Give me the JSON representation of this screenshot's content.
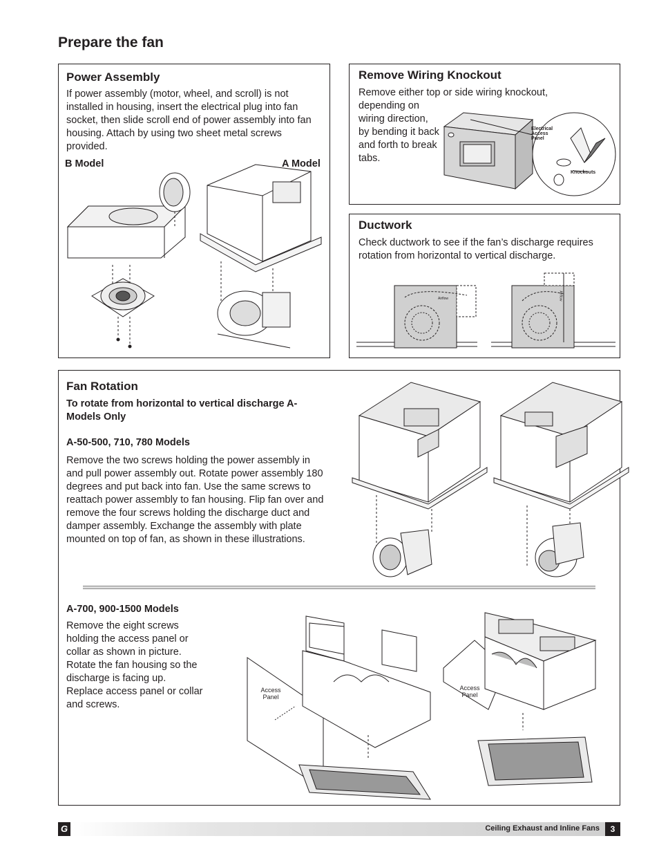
{
  "page": {
    "title": "Prepare the fan",
    "footer_text": "Ceiling Exhaust and Inline Fans",
    "page_number": "3"
  },
  "power_assembly": {
    "title": "Power Assembly",
    "body": "If power assembly (motor, wheel, and scroll) is not installed in housing, insert the electrical plug into fan socket, then slide scroll end of power assembly into fan housing. Attach by using two sheet metal screws provided.",
    "b_model_label": "B Model",
    "a_model_label": "A Model"
  },
  "wiring_knockout": {
    "title": "Remove Wiring Knockout",
    "body_line1": "Remove either top or side wiring knockout,",
    "body_rest": "depending on wiring direction, by bending it back and forth to break tabs.",
    "electrical_panel_label": "Electrical Access Panel",
    "knockouts_label": "Knockouts"
  },
  "ductwork": {
    "title": "Ductwork",
    "body": "Check ductwork to see if the fan’s discharge requires rotation from horizontal to vertical discharge.",
    "airflow_label_1": "Airflow",
    "airflow_label_2": "Airflow"
  },
  "fan_rotation": {
    "title": "Fan Rotation",
    "subtitle": "To rotate from horizontal to vertical discharge A-Models Only",
    "section1_heading": "A-50-500, 710, 780 Models",
    "section1_body": "Remove the two screws holding the power assembly in and pull power assembly out. Rotate power assembly 180 degrees and put back into fan. Use the same screws to reattach power assembly to fan housing. Flip fan over and remove the four screws holding the discharge duct and damper assembly. Exchange the assembly with plate mounted on top of fan, as shown in these illustrations.",
    "section2_heading": "A-700, 900-1500 Models",
    "section2_body": "Remove the eight screws holding the access panel or collar as shown in picture. Rotate the fan housing so the discharge is facing up. Replace access panel or collar and screws.",
    "access_panel_label_1": "Access Panel",
    "access_panel_label_2": "Access Panel"
  }
}
